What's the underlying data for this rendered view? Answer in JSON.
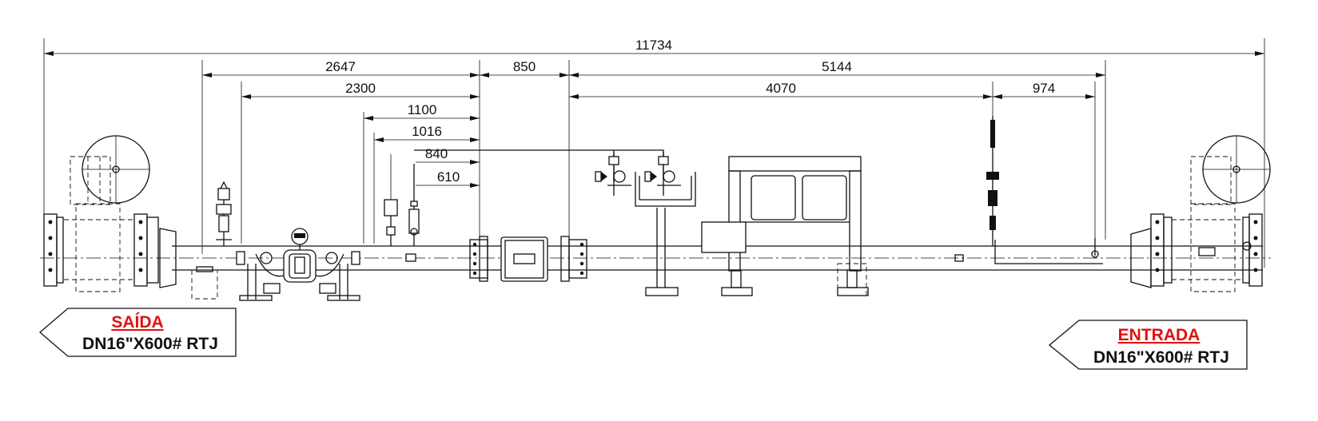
{
  "dimensions": {
    "overall": "11734",
    "d2647": "2647",
    "d850": "850",
    "d5144": "5144",
    "d2300": "2300",
    "d4070": "4070",
    "d974": "974",
    "d1100": "1100",
    "d1016": "1016",
    "d840": "840",
    "d610": "610"
  },
  "outlet": {
    "label": "SAÍDA",
    "spec": "DN16\"X600# RTJ"
  },
  "inlet": {
    "label": "ENTRADA",
    "spec": "DN16\"X600# RTJ"
  },
  "colors": {
    "tag_title": "#e01010",
    "line": "#111111"
  }
}
